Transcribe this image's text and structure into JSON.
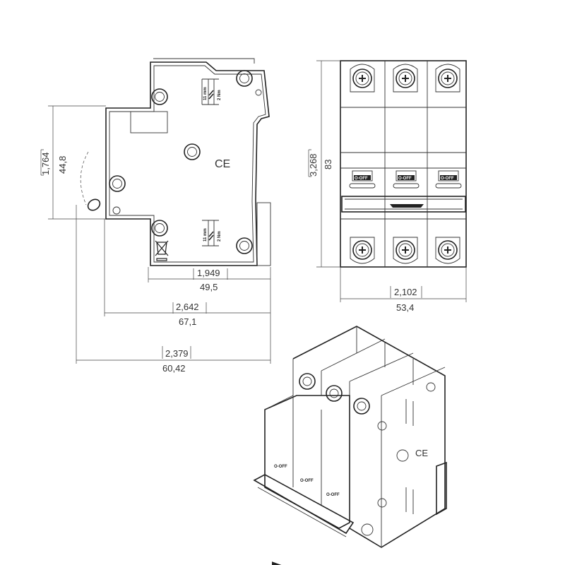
{
  "dimensions": {
    "height_left": {
      "inch": "1,764",
      "mm": "44,8"
    },
    "height_front": {
      "inch": "3,268",
      "mm": "83"
    },
    "depth_body": {
      "inch": "1,949",
      "mm": "49,5"
    },
    "depth_total": {
      "inch": "2,642",
      "mm": "67,1"
    },
    "depth_rail": {
      "inch": "2,379",
      "mm": "60,42"
    },
    "width_front": {
      "inch": "2,102",
      "mm": "53,4"
    }
  },
  "labels": {
    "strip_length": "11 mm",
    "torque": "2 Nm",
    "ce_mark": "CE",
    "handle_state": "O-OFF"
  },
  "colors": {
    "line": "#222222",
    "background": "#ffffff"
  }
}
